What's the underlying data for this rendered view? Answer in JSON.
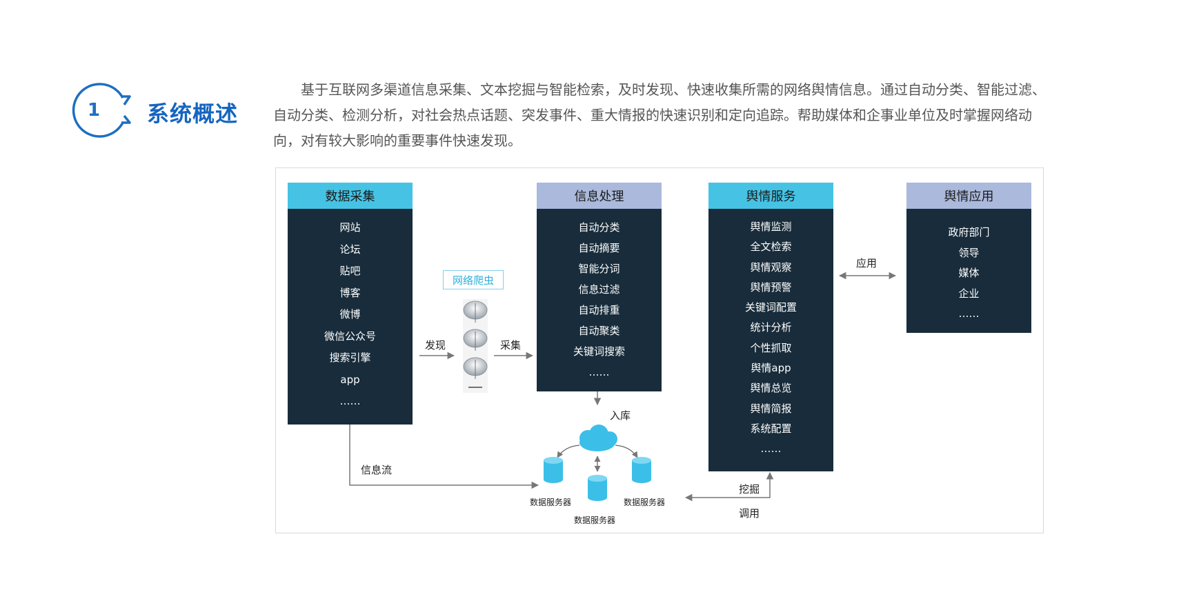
{
  "section": {
    "number": "1",
    "title": "系统概述"
  },
  "intro": "基于互联网多渠道信息采集、文本挖掘与智能检索，及时发现、快速收集所需的网络舆情信息。通过自动分类、智能过滤、自动分类、检测分析，对社会热点话题、突发事件、重大情报的快速识别和定向追踪。帮助媒体和企事业单位及时掌握网络动向，对有较大影响的重要事件快速发现。",
  "diagram": {
    "columns": [
      {
        "title": "数据采集",
        "items": [
          "网站",
          "论坛",
          "贴吧",
          "博客",
          "微博",
          "微信公众号",
          "搜索引擎",
          "app",
          "……"
        ]
      },
      {
        "title": "信息处理",
        "items": [
          "自动分类",
          "自动摘要",
          "智能分词",
          "信息过滤",
          "自动排重",
          "自动聚类",
          "关键词搜索",
          "……"
        ]
      },
      {
        "title": "舆情服务",
        "items": [
          "舆情监测",
          "全文检索",
          "舆情观察",
          "舆情预警",
          "关键词配置",
          "统计分析",
          "个性抓取",
          "舆情app",
          "舆情总览",
          "舆情简报",
          "系统配置",
          "……"
        ]
      },
      {
        "title": "舆情应用",
        "items": [
          "政府部门",
          "领导",
          "媒体",
          "企业",
          "……"
        ]
      }
    ],
    "crawler_label": "网络爬虫",
    "flow_labels": {
      "discover": "发现",
      "collect": "采集",
      "store": "入库",
      "apply": "应用",
      "info_flow": "信息流",
      "mine": "挖掘",
      "invoke": "调用"
    },
    "server_labels": [
      "数据服务器",
      "数据服务器",
      "数据服务器"
    ]
  },
  "colors": {
    "accent": "#1565c0",
    "header_cyan": "#46c3e4",
    "header_lavender": "#aab9dc",
    "box_dark": "#182c3b",
    "cloud": "#3bbfe8"
  }
}
